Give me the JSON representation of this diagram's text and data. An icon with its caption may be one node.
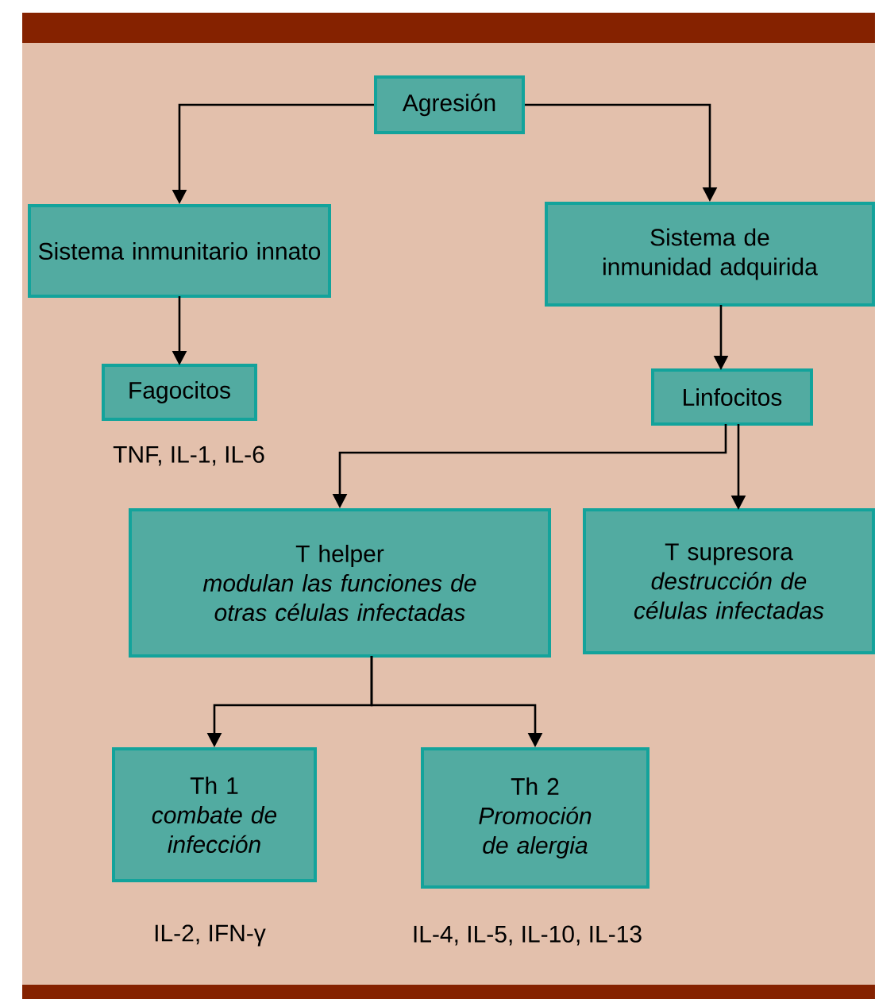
{
  "diagram": {
    "nodes": [
      {
        "text": [
          "Agresión"
        ]
      },
      {
        "text": [
          "Sistema inmunitario innato"
        ]
      },
      {
        "text": [
          "Sistema de inmunidad adquirida"
        ]
      },
      {
        "text": [
          "Fagocitos"
        ],
        "beside": [
          "TNF, IL-1, IL-6"
        ]
      },
      {
        "text": [
          "Linfocitos"
        ]
      },
      {
        "text": [
          "T helper",
          "modulan las funciones de otras células infectadas"
        ]
      },
      {
        "text": [
          "T supresora",
          "destrucción de células infectadas"
        ]
      },
      {
        "text": [
          "Th 1",
          "combate de infección"
        ],
        "beside": [
          "IL-2, IFN-γ"
        ]
      },
      {
        "text": [
          "Th 2",
          "Promoción de alergia"
        ],
        "beside": [
          "IL-4, IL-5, IL-10, IL-13"
        ]
      }
    ],
    "edges": [
      {
        "from": 0,
        "to": 1,
        "arrow": "to"
      },
      {
        "from": 0,
        "to": 2,
        "arrow": "to"
      },
      {
        "from": 1,
        "to": 3,
        "arrow": "to"
      },
      {
        "from": 2,
        "to": 4,
        "arrow": "to"
      },
      {
        "from": 4,
        "to": 5,
        "arrow": "to"
      },
      {
        "from": 4,
        "to": 6,
        "arrow": "to"
      },
      {
        "from": 5,
        "to": 7,
        "arrow": "to"
      },
      {
        "from": 5,
        "to": 8,
        "arrow": "to"
      }
    ]
  }
}
